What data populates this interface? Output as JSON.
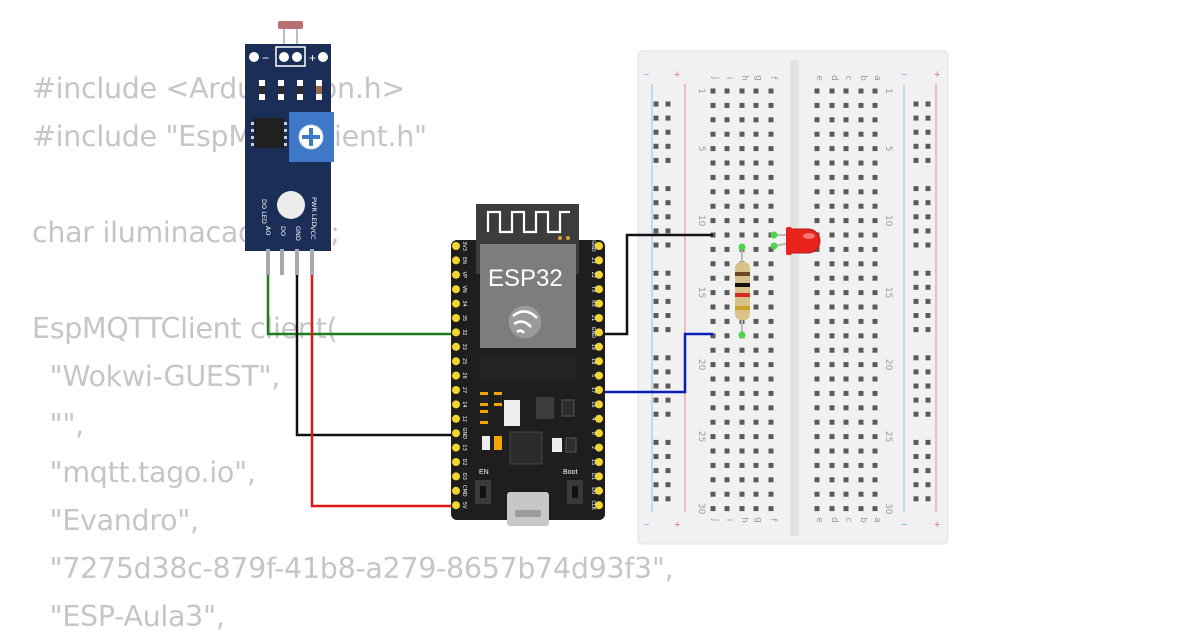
{
  "code": {
    "lines": [
      "#include <ArduinoJson.h>",
      "#include \"EspMQTTClient.h\"",
      "",
      "char iluminacao[100];",
      "",
      "EspMQTTClient client(",
      "  \"Wokwi-GUEST\",",
      "  \"\",",
      "  \"mqtt.tago.io\",",
      "  \"Evandro\",",
      "  \"7275d38c-879f-41b8-a279-8657b74d93f3\",",
      "  \"ESP-Aula3\","
    ]
  },
  "esp32": {
    "chip_label": "ESP32",
    "en_label": "EN",
    "boot_label": "Boot",
    "left_pins": [
      "3V3",
      "EN",
      "VP",
      "VN",
      "34",
      "35",
      "32",
      "33",
      "25",
      "26",
      "27",
      "14",
      "12",
      "GND",
      "13",
      "D2",
      "D3",
      "CMD",
      "5V"
    ],
    "right_pins": [
      "GND",
      "23",
      "22",
      "TX",
      "RX",
      "21",
      "GND",
      "19",
      "18",
      "5",
      "17",
      "16",
      "4",
      "0",
      "2",
      "15",
      "D1",
      "D0",
      "CLK"
    ]
  },
  "ldr_module": {
    "pin_labels": [
      "AO",
      "DO",
      "GND",
      "VCC"
    ],
    "top_minus": "−",
    "top_plus": "+",
    "do_led_label": "DO LED",
    "pwr_led_label": "PWR LED"
  },
  "breadboard": {
    "left_columns": [
      "j",
      "i",
      "h",
      "g",
      "f"
    ],
    "right_columns": [
      "e",
      "d",
      "c",
      "b",
      "a"
    ],
    "row_numbers": [
      "1",
      "5",
      "10",
      "15",
      "20",
      "25",
      "30"
    ],
    "rail_minus": "−",
    "rail_plus": "+"
  },
  "wires": {
    "ao_color": "#1a7f1a",
    "gnd_color": "#111111",
    "vcc_color": "#e01515",
    "led_signal_color": "#0a1fb5",
    "led_gnd_color": "#111111"
  },
  "led": {
    "color": "#e8231d"
  }
}
